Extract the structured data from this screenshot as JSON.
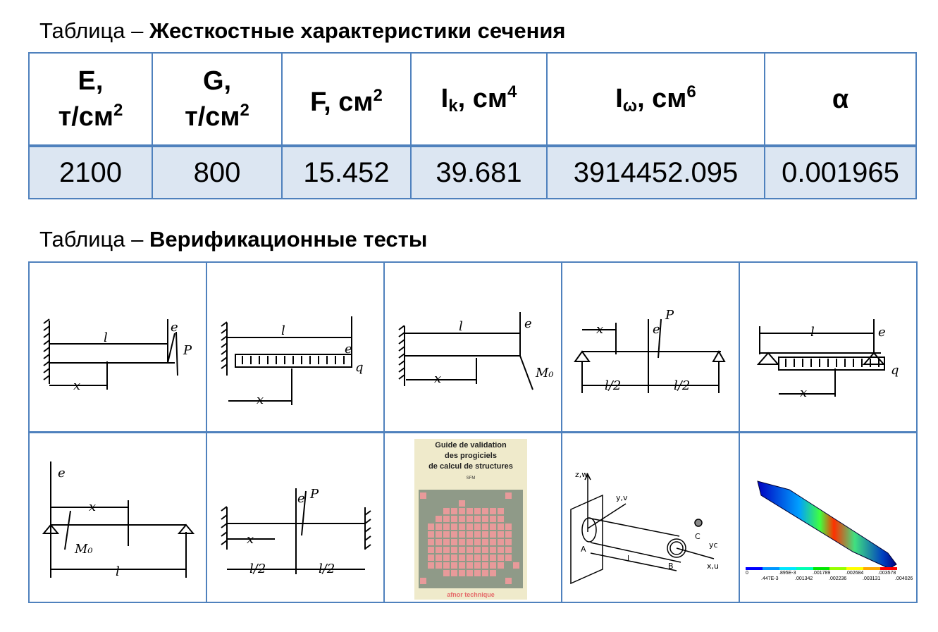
{
  "table1": {
    "caption_prefix": "Таблица – ",
    "caption_title": "Жесткостные характеристики сечения",
    "headers": [
      {
        "main": "E,",
        "unit": "т/см",
        "sup": "2"
      },
      {
        "main": "G,",
        "unit": "т/см",
        "sup": "2"
      },
      {
        "main": "F, см",
        "sup": "2"
      },
      {
        "main": "I",
        "sub": "k",
        "rest": ", см",
        "sup": "4"
      },
      {
        "main": "I",
        "sub": "ω",
        "rest": ", см",
        "sup": "6"
      },
      {
        "main": "α"
      }
    ],
    "values": [
      "2100",
      "800",
      "15.452",
      "39.681",
      "3914452.095",
      "0.001965"
    ]
  },
  "table2": {
    "caption_prefix": "Таблица – ",
    "caption_title": "Верификационные тесты",
    "labels": {
      "l": "l",
      "x": "x",
      "e": "e",
      "P": "P",
      "q": "q",
      "M0": "M₀",
      "half": "l/2"
    },
    "book": {
      "title_lines": [
        "Guide de validation",
        "des progiciels",
        "de calcul de structures"
      ],
      "author": "SFM",
      "publisher": "afnor technique"
    },
    "beam3d": {
      "axis_z": "z,w",
      "axis_y": "y,v",
      "axis_x": "x,u",
      "point_a": "A",
      "point_b": "B",
      "point_c": "C",
      "yc": "yc",
      "length": "l"
    },
    "contour_legend": {
      "colors": [
        "#0000ff",
        "#0096ff",
        "#00e6ff",
        "#00ffb4",
        "#00e600",
        "#96ff00",
        "#ffff00",
        "#ffaa00",
        "#ff0000"
      ],
      "ticks_top": [
        "0",
        ".895E-3",
        ".001789",
        ".002684",
        ".003578"
      ],
      "ticks_bottom": [
        ".447E-3",
        ".001342",
        ".002236",
        ".003131",
        ".004026"
      ]
    }
  }
}
